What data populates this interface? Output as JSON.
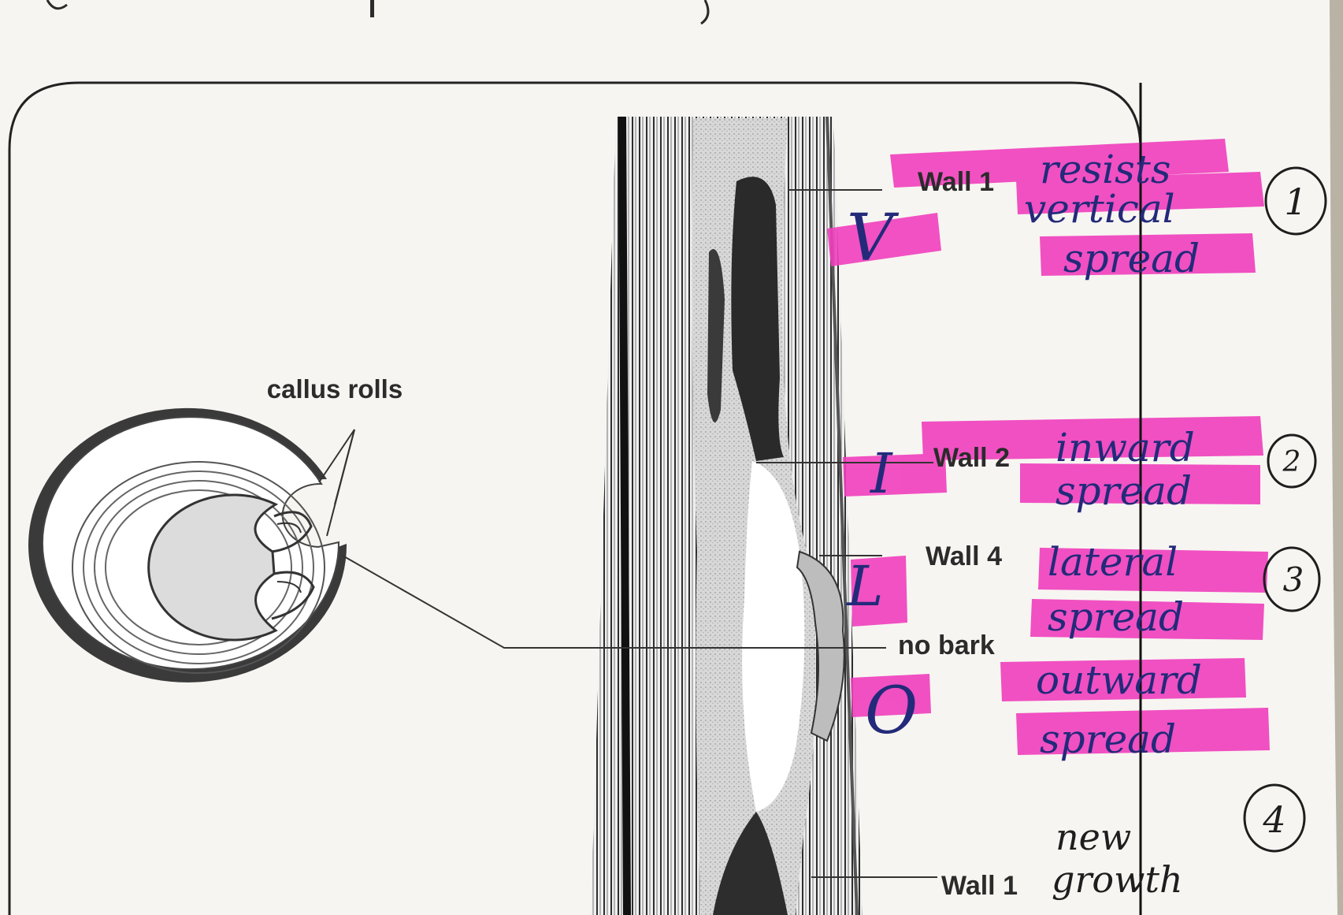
{
  "colors": {
    "page": "#f7f5f1",
    "ink": "#2b2b2b",
    "highlighter": "#f03fbd",
    "handwriting": "#232a7a",
    "pith": "#dcdcdc"
  },
  "diagram": {
    "cross_section_label": "callus rolls",
    "walls": {
      "wall1_top": "Wall 1",
      "wall2": "Wall 2",
      "wall4": "Wall 4",
      "no_bark": "no bark",
      "wall1_bottom": "Wall 1"
    },
    "annotations": {
      "v_letter": "V",
      "v_note_line1": "resists",
      "v_note_line2": "vertical",
      "v_note_line3": "spread",
      "circle1": "1",
      "i_letter": "I",
      "i_note_line1": "inward",
      "i_note_line2": "spread",
      "circle2": "2",
      "l_letter": "L",
      "l_note_line1": "lateral",
      "l_note_line2": "spread",
      "circle3": "3",
      "o_letter": "O",
      "o_note_line1": "outward",
      "o_note_line2": "spread",
      "circle4": "4",
      "new_growth_line1": "new",
      "new_growth_line2": "growth"
    }
  }
}
